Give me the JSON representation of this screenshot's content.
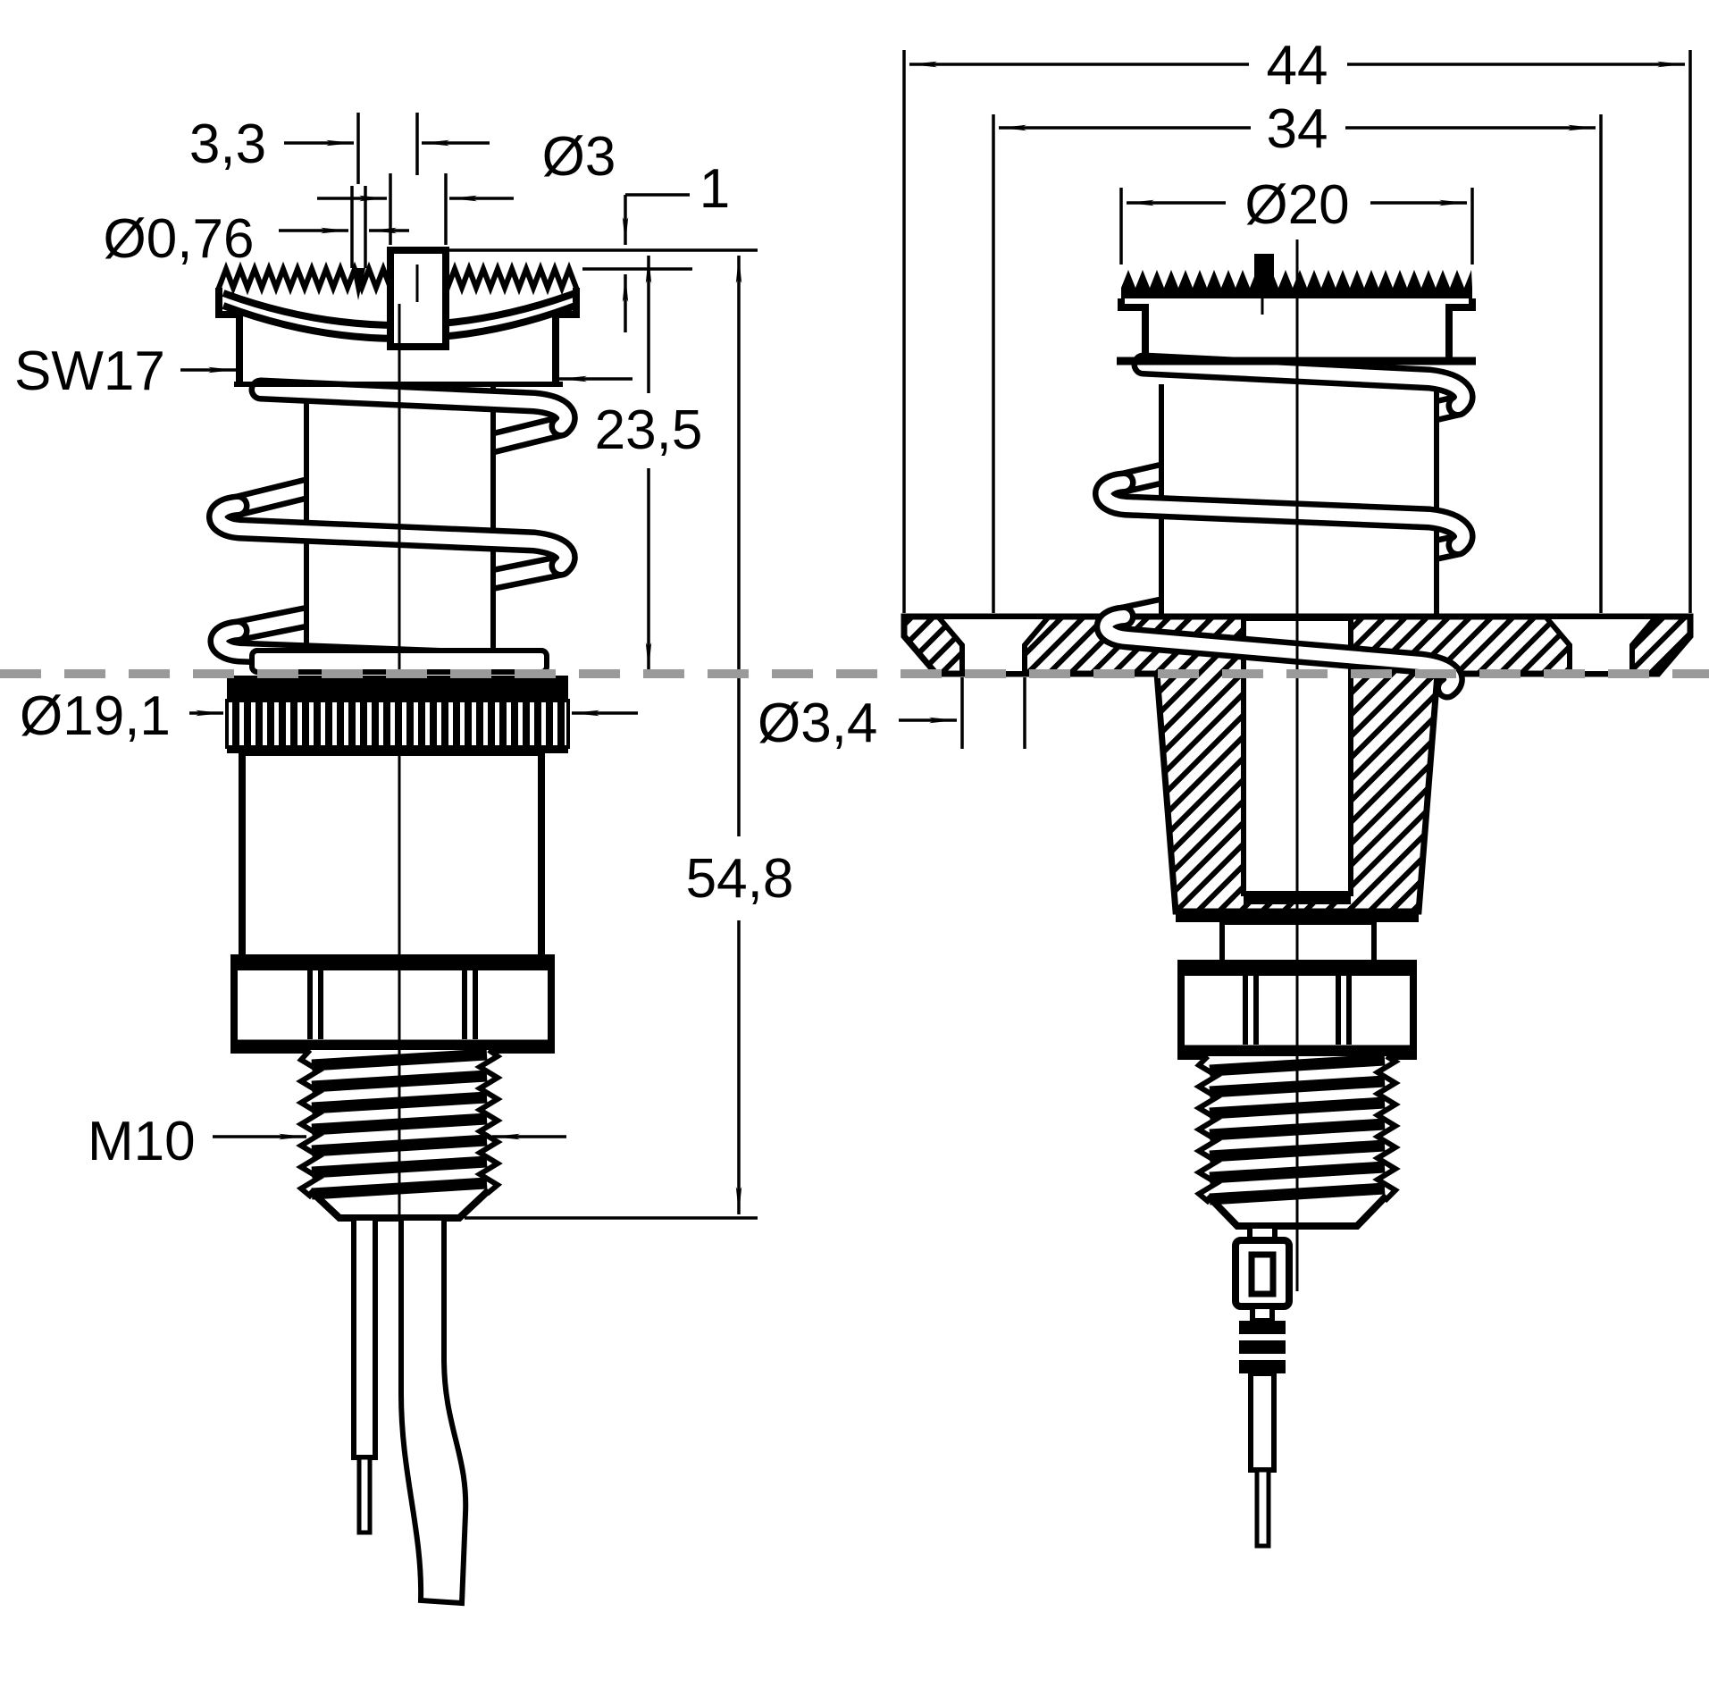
{
  "drawing": {
    "type": "technical-drawing",
    "subject": "spring-loaded panel-mount terminal, two orthographic views (side view and sectioned mounting view)",
    "colors": {
      "ink": "#000000",
      "panel_line": "#9a9a9a",
      "background": "#ffffff"
    }
  },
  "dimensions": {
    "pin_spacing": "3,3",
    "pin_diameter": "Ø3",
    "wire_diameter": "Ø0,76",
    "cap_protrusion": "1",
    "wrench_size": "SW17",
    "height_above_panel": "23,5",
    "knurl_diameter": "Ø19,1",
    "total_length": "54,8",
    "thread": "M10",
    "flange_width": "44",
    "hole_spacing": "34",
    "cap_diameter": "Ø20",
    "mount_hole_diameter": "Ø3,4"
  }
}
